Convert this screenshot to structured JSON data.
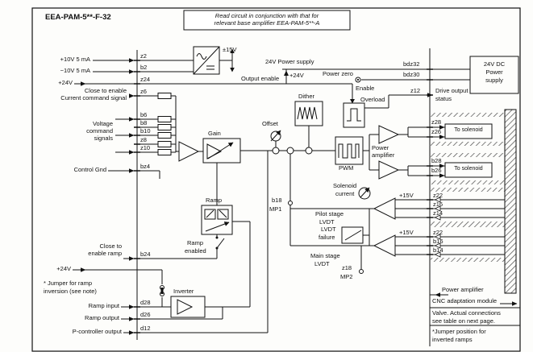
{
  "header": {
    "title": "EEA-PAM-5**-F-32"
  },
  "note": {
    "line1": "Read circuit in conjunction with that for",
    "line2": "relevant base amplifier EEA-PAM-5**-A"
  },
  "left": {
    "plus10v": "+10V 5 mA",
    "minus10v": "−10V 5 mA",
    "plus24v_top": "+24V",
    "close_enable_1": "Close to enable",
    "close_enable_2": "Current command signal",
    "voltage_1": "Voltage",
    "voltage_2": "command",
    "voltage_3": "signals",
    "control_gnd": "Control Gnd",
    "close_ramp_1": "Close to",
    "close_ramp_2": "enable ramp",
    "plus24v_bottom": "+24V",
    "jumper_note_1": "* Jumper for ramp",
    "jumper_note_2": "inversion (see note)",
    "ramp_input": "Ramp input",
    "ramp_output": "Ramp output",
    "p_controller_output": "P-controller output",
    "terminals": [
      "z2",
      "b2",
      "z24",
      "z6",
      "b6",
      "b8",
      "b10",
      "z8",
      "z10",
      "bz4",
      "b24",
      "d28",
      "d26",
      "d12"
    ]
  },
  "middle": {
    "pm15v": "±15V",
    "supply_24v": "24V Power supply",
    "plus24v": "+24V",
    "output_enable": "Output enable",
    "power_zero": "Power zero",
    "enable": "Enable",
    "overload": "Overload",
    "dither": "Dither",
    "offset": "Offset",
    "gain": "Gain",
    "pwm": "PWM",
    "power_amplifier_1": "Power",
    "power_amplifier_2": "amplifier",
    "solenoid_current_1": "Solenoid",
    "solenoid_current_2": "current",
    "b18": "b18",
    "mp1": "MP1",
    "pilot_stage_1": "Pilot stage",
    "pilot_stage_2": "LVDT",
    "lvdt_failure_1": "LVDT",
    "lvdt_failure_2": "failure",
    "main_stage_1": "Main stage",
    "main_stage_2": "LVDT",
    "z18": "z18",
    "mp2": "MP2",
    "ramp": "Ramp",
    "ramp_enabled_1": "Ramp",
    "ramp_enabled_2": "enabled",
    "inverter": "Inverter",
    "plus15v_pilot": "+15V",
    "plus15v_main": "+15V"
  },
  "right": {
    "bdz32": "bdz32",
    "bdz30": "bdz30",
    "psu_1": "24V DC",
    "psu_2": "Power",
    "psu_3": "supply",
    "z12": "z12",
    "drive_status_1": "Drive output",
    "drive_status_2": "status",
    "z28": "z28",
    "z26": "z26",
    "to_solenoid_upper": "To solenoid",
    "b28": "b28",
    "b26": "b26",
    "to_solenoid_lower": "To solenoid",
    "z22_pilot": "z22",
    "z16": "z16",
    "z14": "z14",
    "z22_main": "z22",
    "b16": "b16",
    "b14": "b14",
    "region_power_amplifier": "Power amplifier",
    "region_cnc": "CNC adaptation module",
    "valve_note_1": "Valve. Actual connections",
    "valve_note_2": "see table on next page.",
    "ramp_jumper_note_1": "*Jumper position for",
    "ramp_jumper_note_2": "inverted ramps"
  }
}
